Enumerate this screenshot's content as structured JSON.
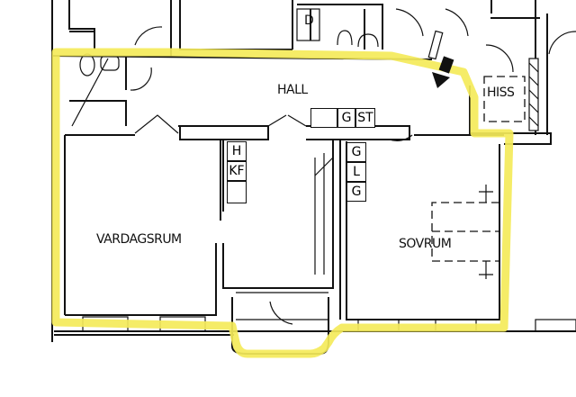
{
  "plan": {
    "rooms": {
      "hall": "HALL",
      "living_room": "VARDAGSRUM",
      "bedroom": "SOVRUM",
      "elevator": "HISS",
      "neighbour_d": "D"
    },
    "closets": {
      "hall_right": [
        "G",
        "ST"
      ],
      "kitchen_left": [
        "H",
        "KF"
      ],
      "bedroom_column": [
        "G",
        "L",
        "G"
      ]
    },
    "highlight_color": "#f4ea5a",
    "entrance_arrow": "arrow-down-left"
  }
}
